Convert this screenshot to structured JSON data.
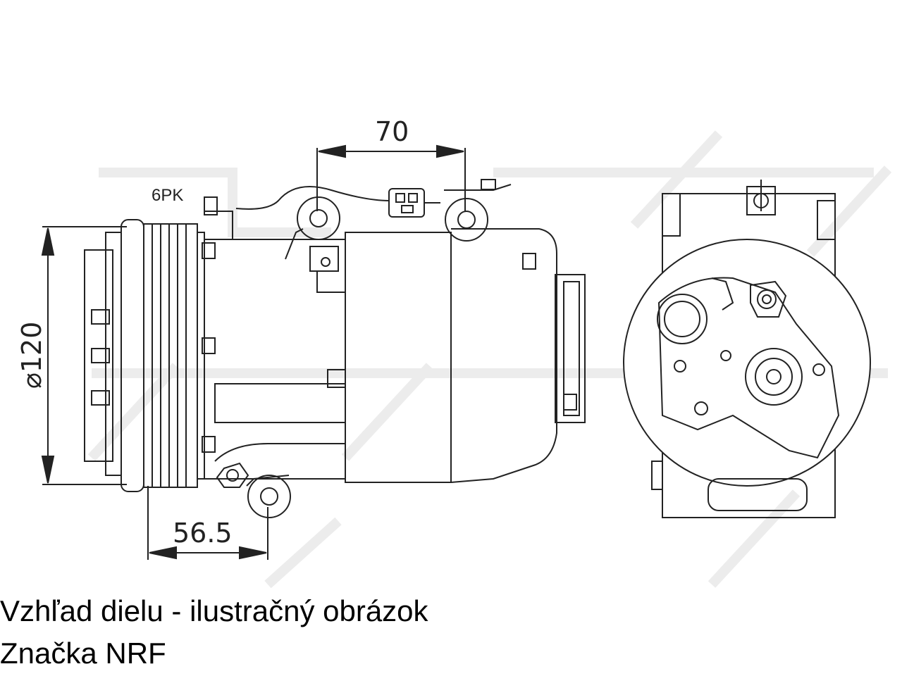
{
  "drawing": {
    "dimensions": {
      "width": "70",
      "diameter": "⌀120",
      "offset": "56.5"
    },
    "belt_label": "6PK"
  },
  "caption": {
    "line1": "Vzhľad dielu - ilustračný obrázok",
    "line2": "Značka NRF"
  }
}
